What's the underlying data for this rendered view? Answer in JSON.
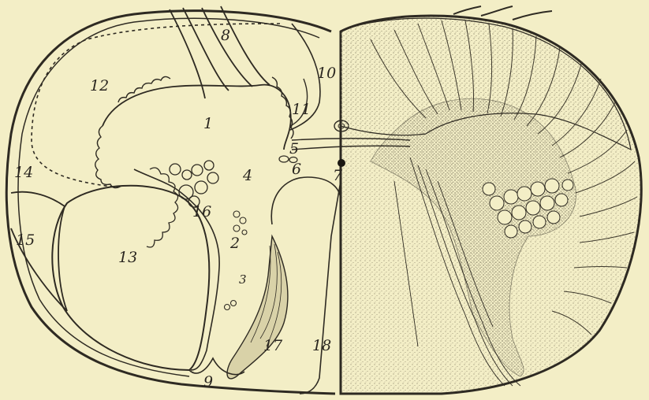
{
  "figure": {
    "palette": {
      "paper": "#f3eec6",
      "ink": "#2e2a22",
      "stipple": "#8a8468",
      "tissue": "#d9d2a8"
    },
    "labels": {
      "l1": "1",
      "l2": "2",
      "l3": "3",
      "l4": "4",
      "l5": "5",
      "l6": "6",
      "l7": "7",
      "l8": "8",
      "l9": "9",
      "l10": "10",
      "l11": "11",
      "l12": "12",
      "l13": "13",
      "l14": "14",
      "l15": "15",
      "l16": "16",
      "l17": "17",
      "l18": "18"
    }
  }
}
